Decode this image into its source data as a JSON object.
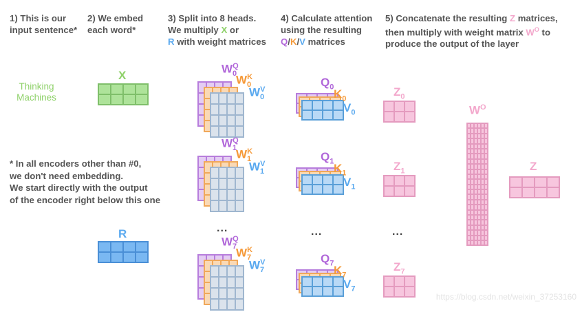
{
  "headings": {
    "step1": [
      "1) This is our",
      "input sentence*"
    ],
    "step2": [
      "2) We embed",
      "each word*"
    ],
    "step3": [
      "3) Split into 8 heads.",
      "We multiply ",
      "X",
      " or",
      "R",
      " with weight matrices"
    ],
    "step4": [
      "4) Calculate attention",
      "using the resulting",
      "Q",
      "/",
      "K",
      "/",
      "V",
      " matrices"
    ],
    "step5": [
      "5) Concatenate the resulting ",
      "Z",
      " matrices,",
      "then multiply with weight matrix ",
      "W",
      "O",
      " to",
      "produce the output of the layer"
    ]
  },
  "input_words": [
    "Thinking",
    "Machines"
  ],
  "note": [
    "* In all encoders other than #0,",
    "we don't need embedding.",
    "We start directly with the output",
    "of the encoder right below this one"
  ],
  "labels": {
    "x": "X",
    "r": "R",
    "w": "W",
    "q": "Q",
    "k": "K",
    "v": "V",
    "z": "Z",
    "o": "O",
    "heads": [
      "0",
      "1",
      "7"
    ],
    "wo": "W",
    "wo_sup": "O",
    "z_out": "Z"
  },
  "ellipsis": "...",
  "ellipsis_alt": "…",
  "watermark": "https://blog.csdn.net/weixin_37253160",
  "colors": {
    "green": "#8fd16a",
    "blue": "#5aa9ef",
    "purple": "#b066d9",
    "orange": "#f59a3a",
    "pink": "#f3a8cc",
    "gray_text": "#555555"
  }
}
